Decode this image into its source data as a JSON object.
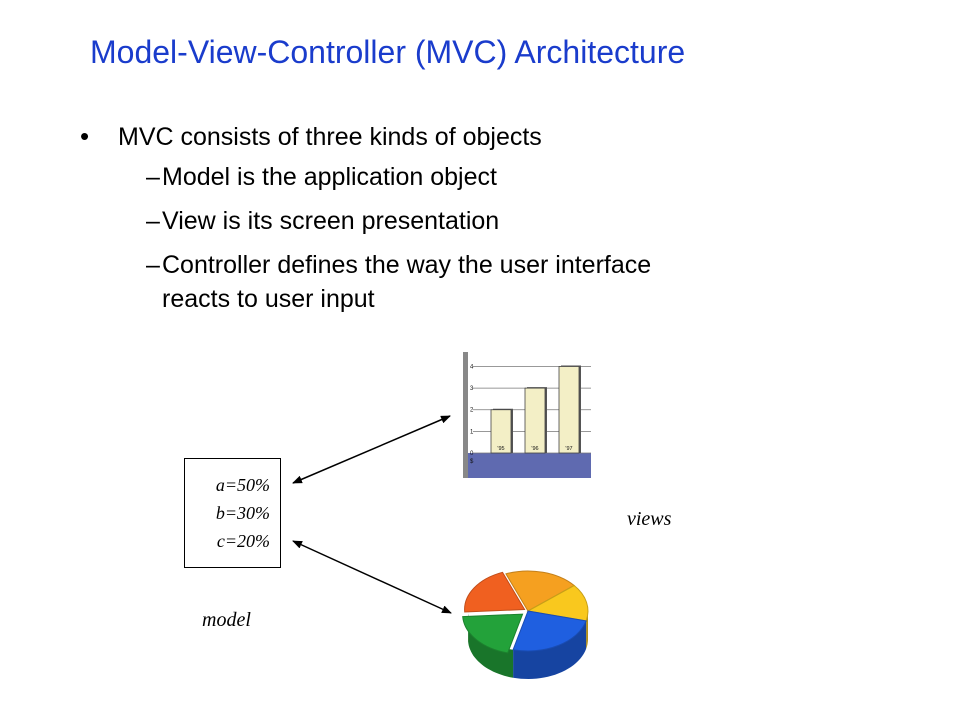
{
  "title": "Model-View-Controller (MVC) Architecture",
  "bullets": {
    "main": "MVC consists of three kinds of objects",
    "sub": [
      "Model is the application object",
      "View is its screen presentation",
      "Controller defines the way the user interface",
      "reacts to user input"
    ],
    "bullet_glyph": "•",
    "dash_glyph": "–"
  },
  "model_box": {
    "lines": [
      "a=50%",
      "b=30%",
      "c=20%"
    ]
  },
  "labels": {
    "model": "model",
    "views": "views"
  },
  "chart_data": [
    {
      "type": "bar",
      "categories": [
        "'95",
        "'96",
        "'97"
      ],
      "values": [
        2,
        3,
        4
      ],
      "y_ticks": [
        "4",
        "3",
        "2",
        "1",
        "0"
      ],
      "ylim": [
        0,
        4.3
      ],
      "xlabel": "$",
      "bar_color": "#f3efc6",
      "panel_color": "#5f6ab0"
    },
    {
      "type": "pie",
      "slices": [
        {
          "value": 0.2,
          "color": "#f5a020"
        },
        {
          "value": 0.15,
          "color": "#f9c81e"
        },
        {
          "value": 0.25,
          "color": "#1f5fe0"
        },
        {
          "value": 0.2,
          "color": "#23a23a"
        },
        {
          "value": 0.2,
          "color": "#f06020"
        }
      ]
    }
  ]
}
